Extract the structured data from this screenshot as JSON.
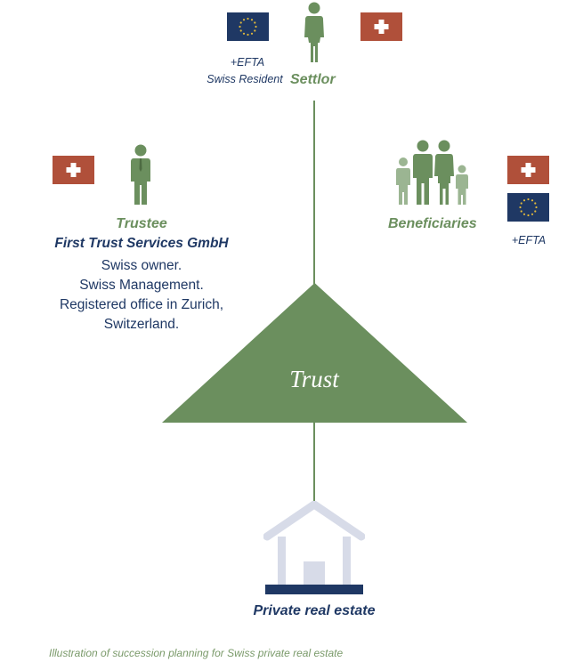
{
  "settlor": {
    "region_lines": [
      "+EFTA",
      "Swiss Resident"
    ],
    "role": "Settlor"
  },
  "trustee": {
    "role": "Trustee",
    "company": "First Trust Services GmbH",
    "details": [
      "Swiss owner.",
      "Swiss Management.",
      "Registered office in Zurich,",
      "Switzerland."
    ]
  },
  "beneficiaries": {
    "role": "Beneficiaries",
    "region_label": "+EFTA"
  },
  "trust": {
    "label": "Trust"
  },
  "asset": {
    "label": "Private real estate"
  },
  "caption": "Illustration of succession planning for Swiss private real estate",
  "icons": {
    "eu_flag": "eu-flag-icon",
    "swiss_flag": "swiss-flag-icon",
    "person": "person-icon",
    "family": "family-icon",
    "house": "house-icon"
  },
  "colors": {
    "green": "#6b8f5e",
    "navy": "#1f3864",
    "swiss_red": "#b0503a",
    "eu_blue": "#1f3864",
    "eu_star": "#e2b93b",
    "house": "#d7dbe8"
  }
}
